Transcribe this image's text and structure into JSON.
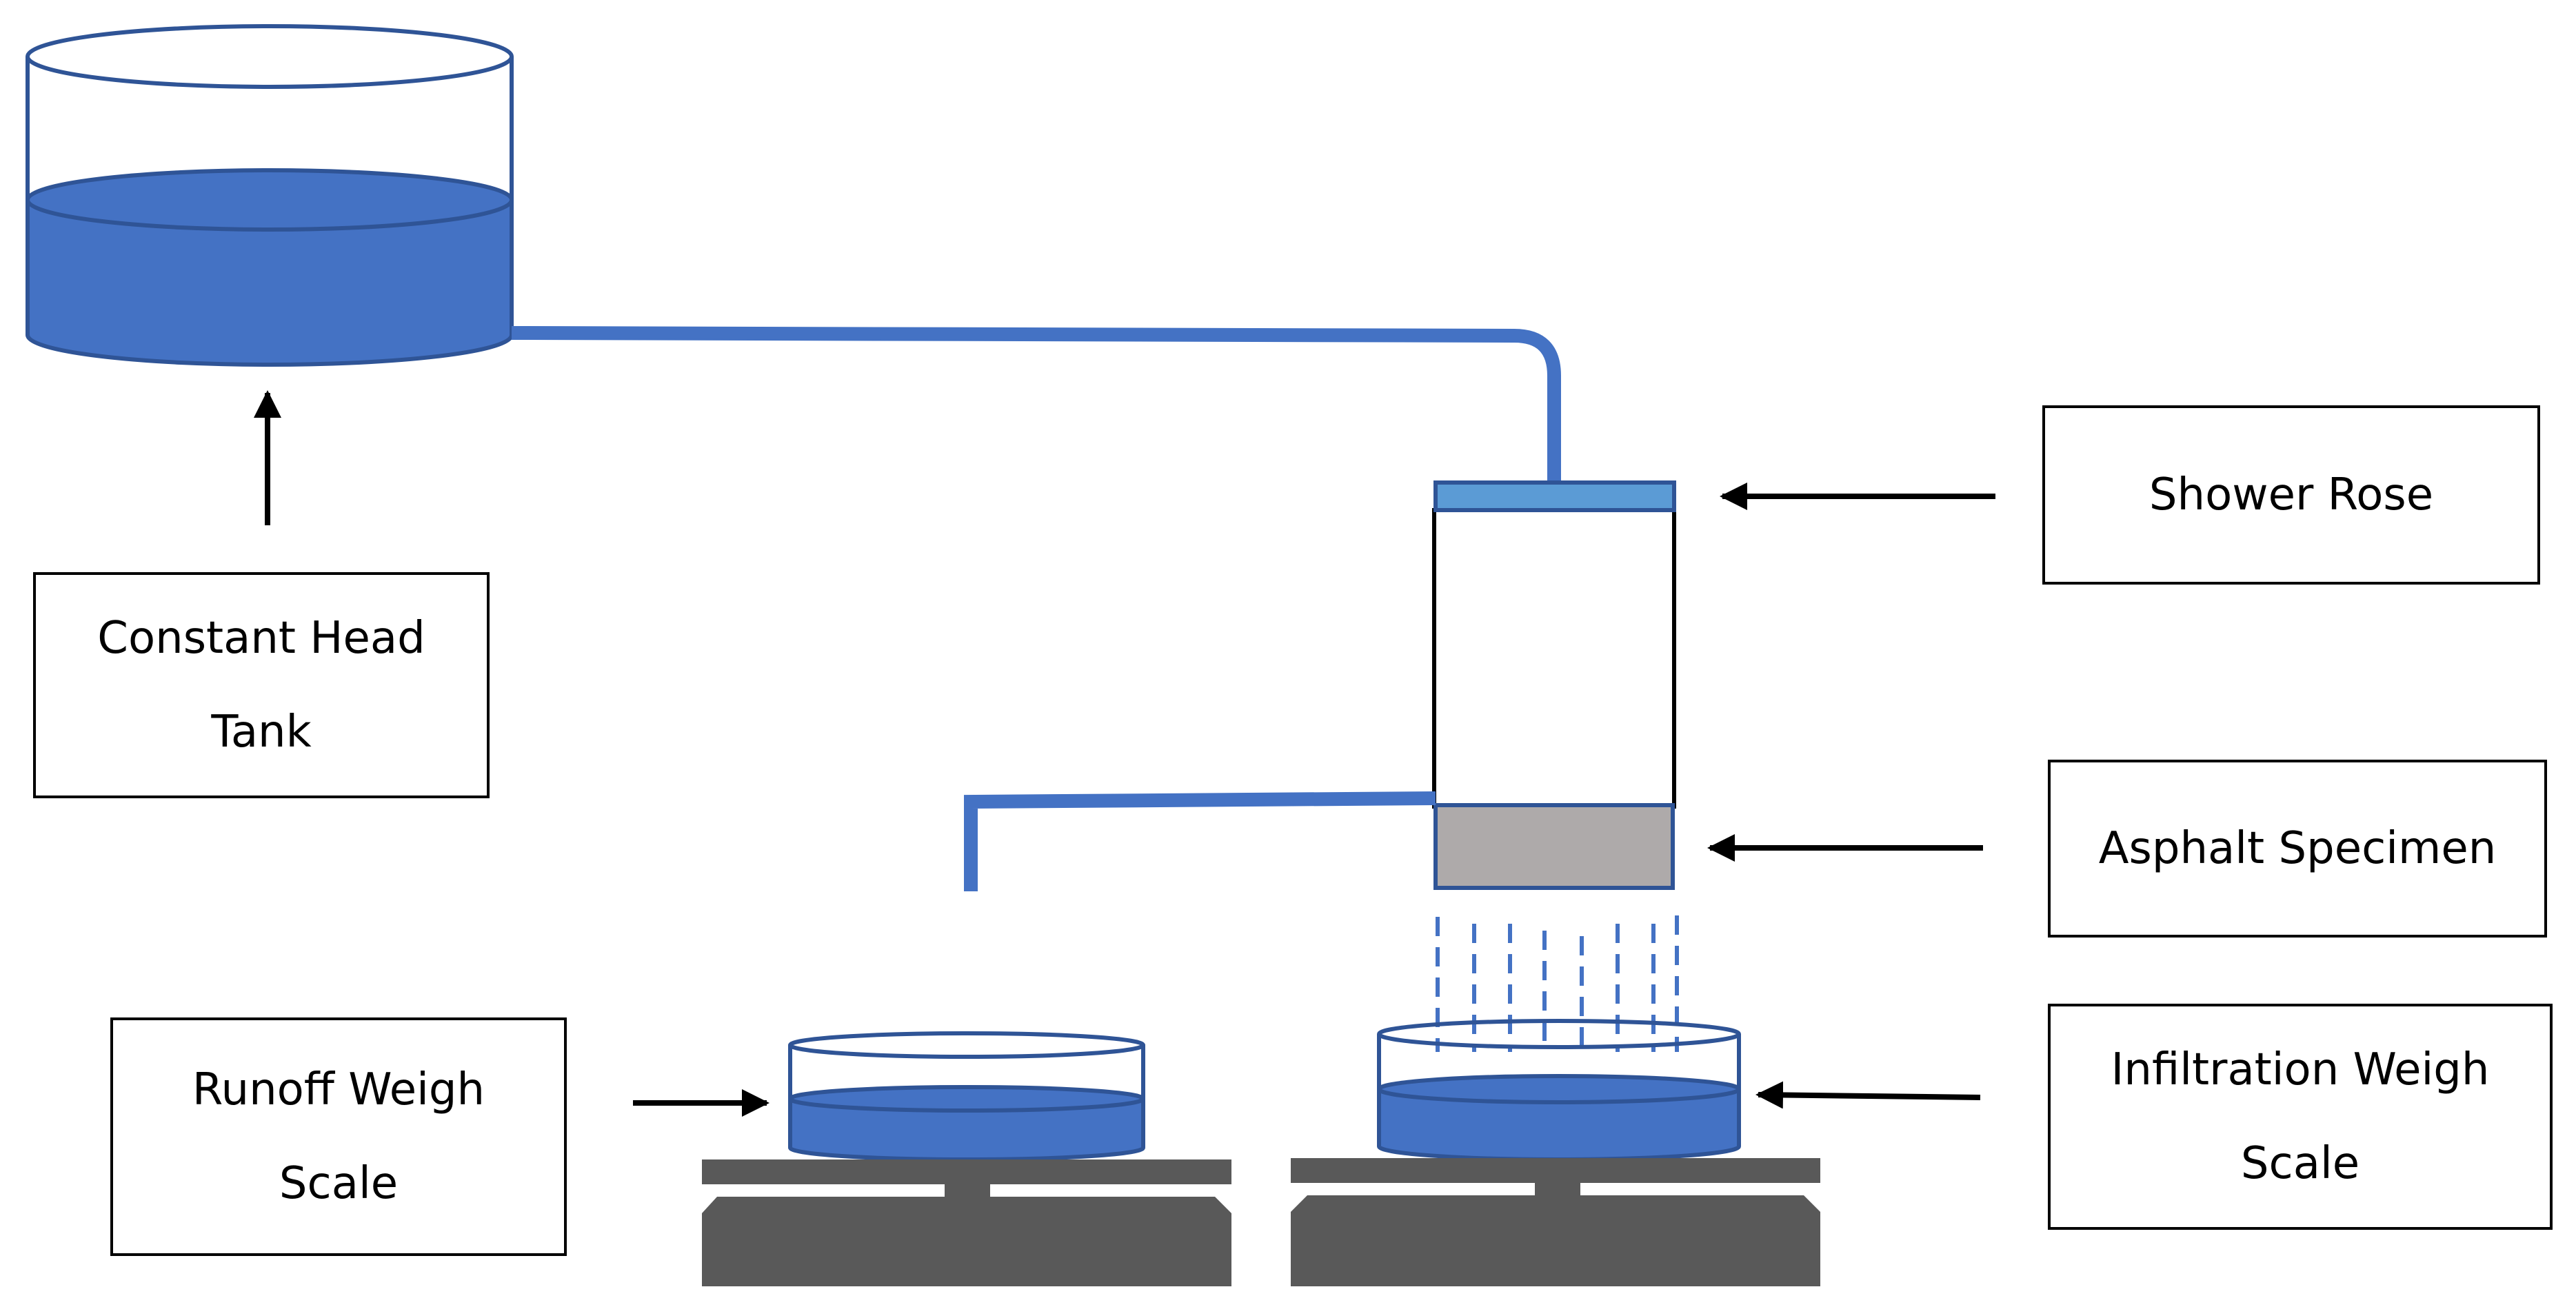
{
  "colors": {
    "water": "#4472c4",
    "outline": "#2f5496",
    "shower_rose": "#5b9bd5",
    "specimen": "#aeaaaa",
    "scale": "#595959",
    "text": "#000000"
  },
  "labels": {
    "constant_head_tank": {
      "line1": "Constant Head",
      "line2": "Tank"
    },
    "shower_rose": {
      "line1": "Shower Rose"
    },
    "asphalt_specimen": {
      "line1": "Asphalt Specimen"
    },
    "runoff_weigh_scale": {
      "line1": "Runoff Weigh",
      "line2": "Scale"
    },
    "infiltration_weigh_scale": {
      "line1": "Infiltration Weigh",
      "line2": "Scale"
    }
  },
  "icons": {
    "arrows": "arrow-icon",
    "drops": "water-drip-icon"
  }
}
